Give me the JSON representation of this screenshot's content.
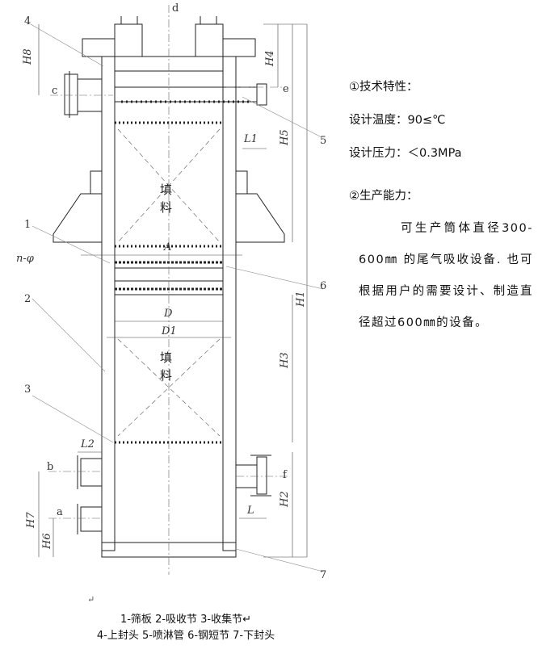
{
  "labels": {
    "d": "d",
    "c": "c",
    "e": "e",
    "b": "b",
    "a": "a",
    "f": "f",
    "H8": "H8",
    "H4": "H4",
    "H5": "H5",
    "H1": "H1",
    "H3": "H3",
    "H2": "H2",
    "H7": "H7",
    "H6": "H6",
    "L1": "L1",
    "L2": "L2",
    "L": "L",
    "A": "A",
    "D": "D",
    "D1": "D1",
    "nphi": "n-φ",
    "n1": "1",
    "n2": "2",
    "n3": "3",
    "n4": "4",
    "n5": "5",
    "n6": "6",
    "n7": "7"
  },
  "packing_upper": [
    "填",
    "料"
  ],
  "packing_lower": [
    "填",
    "料"
  ],
  "specs": {
    "tech_title": "①技术特性：",
    "design_temp": "设计温度：90≤℃",
    "design_pressure": "设计压力：＜0.3MPa",
    "capacity_title": "②生产能力：",
    "capacity_text": "可生产筒体直径300-600㎜ 的尾气吸收设备. 也可根据用户的需要设计、制造直径超过600㎜的设备。"
  },
  "caption": {
    "mark": "↵",
    "line1": "1-筛板 2-吸收节 3-收集节↵",
    "line2": "4-上封头 5-喷淋管 6-钢短节 7-下封头"
  }
}
